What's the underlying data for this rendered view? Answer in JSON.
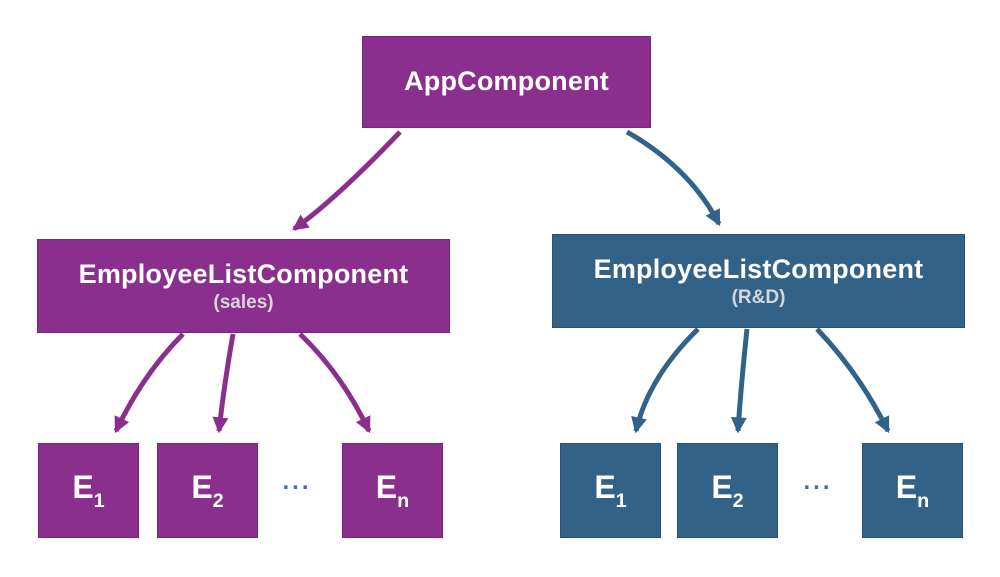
{
  "diagram": {
    "colors": {
      "purple": "#8B2F8F",
      "blue": "#336289",
      "node_text": "#FFFFFF",
      "subtitle_text": "#D6D6D6",
      "ellipsis_text": "#4C6C99",
      "background": "#FFFFFF"
    },
    "nodes": {
      "app": {
        "label": "AppComponent"
      },
      "sales_list": {
        "label": "EmployeeListComponent",
        "sublabel": "(sales)"
      },
      "rnd_list": {
        "label": "EmployeeListComponent",
        "sublabel": "(R&D)"
      },
      "sales_employees": [
        {
          "base": "E",
          "sub": "1"
        },
        {
          "base": "E",
          "sub": "2"
        },
        {
          "base": "E",
          "sub": "n"
        }
      ],
      "rnd_employees": [
        {
          "base": "E",
          "sub": "1"
        },
        {
          "base": "E",
          "sub": "2"
        },
        {
          "base": "E",
          "sub": "n"
        }
      ],
      "sales_ellipsis": "...",
      "rnd_ellipsis": "..."
    }
  }
}
